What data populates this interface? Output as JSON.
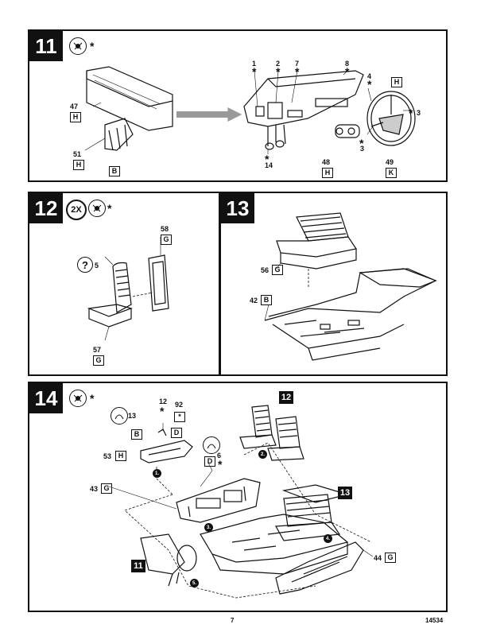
{
  "page_number": "7",
  "kit_number": "14534",
  "step11": {
    "number": "11",
    "star": "*",
    "labels": {
      "l1": "1",
      "l2": "2",
      "l7": "7",
      "l8": "8",
      "l4": "4",
      "l3a": "3",
      "l3b": "3",
      "l47": "47",
      "l51": "51",
      "l48": "48",
      "l49": "49",
      "l14": "14"
    },
    "boxes": {
      "h47": "H",
      "b51": "B",
      "h51": "H",
      "h48": "H",
      "k49": "K",
      "h_top": "H"
    },
    "stars": "*"
  },
  "step12": {
    "number": "12",
    "multiplier": "2X",
    "star": "*",
    "qmark": "?",
    "labels": {
      "l5": "5",
      "l58": "58",
      "l57": "57"
    },
    "boxes": {
      "g58": "G",
      "g57": "G"
    }
  },
  "step13": {
    "number": "13",
    "labels": {
      "l56": "56",
      "l42": "42"
    },
    "boxes": {
      "g56": "G",
      "b42": "B"
    }
  },
  "step14": {
    "number": "14",
    "star": "*",
    "labels": {
      "l13": "13",
      "l12": "12",
      "l92": "92",
      "l53": "53",
      "l6": "6",
      "l43": "43",
      "l44": "44"
    },
    "boxes": {
      "b13": "B",
      "star92": "*",
      "d12": "D",
      "h53": "H",
      "d6": "D",
      "g43": "G",
      "g44": "G"
    },
    "refs": {
      "ref12": "12",
      "ref13": "13",
      "ref11": "11"
    },
    "dots": {
      "d1": "1.",
      "d2": "2.",
      "d3": "3.",
      "d4": "4.",
      "d5": "5."
    }
  }
}
